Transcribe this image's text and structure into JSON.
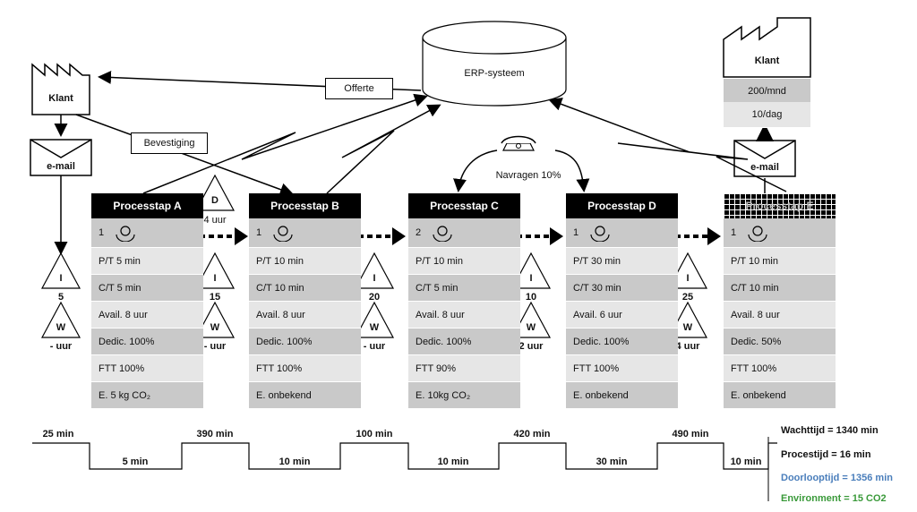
{
  "erp": {
    "label": "ERP-systeem"
  },
  "offerte": "Offerte",
  "bevestiging": "Bevestiging",
  "navragen": "Navragen 10%",
  "supplier": {
    "label": "Klant",
    "email": "e-mail"
  },
  "customer": {
    "label": "Klant",
    "demand": [
      "200/mnd",
      "10/dag"
    ],
    "email": "e-mail"
  },
  "inventory_letter": "I",
  "wait_letter": "W",
  "d_triangle": {
    "letter": "D",
    "label": "4 uur"
  },
  "inventories": [
    {
      "count": "5",
      "wait": "- uur"
    },
    {
      "count": "15",
      "wait": "- uur"
    },
    {
      "count": "20",
      "wait": "- uur"
    },
    {
      "count": "10",
      "wait": "2 uur"
    },
    {
      "count": "25",
      "wait": "4 uur"
    }
  ],
  "processes": [
    {
      "title": "Processtap A",
      "operators": "1",
      "rows": [
        "P/T 5 min",
        "C/T 5 min",
        "Avail. 8 uur",
        "Dedic. 100%",
        "FTT 100%",
        "E. 5 kg CO₂"
      ]
    },
    {
      "title": "Processtap B",
      "operators": "1",
      "rows": [
        "P/T 10 min",
        "C/T 10 min",
        "Avail. 8 uur",
        "Dedic. 100%",
        "FTT 100%",
        "E. onbekend"
      ]
    },
    {
      "title": "Processtap C",
      "operators": "2",
      "rows": [
        "P/T 10 min",
        "C/T 5 min",
        "Avail. 8 uur",
        "Dedic. 100%",
        "FTT 90%",
        "E. 10kg CO₂"
      ]
    },
    {
      "title": "Processtap D",
      "operators": "1",
      "rows": [
        "P/T 30 min",
        "C/T 30 min",
        "Avail. 6 uur",
        "Dedic. 100%",
        "FTT 100%",
        "E. onbekend"
      ]
    },
    {
      "title": "Processtap E",
      "operators": "1",
      "rows": [
        "P/T 10 min",
        "C/T 10 min",
        "Avail. 8 uur",
        "Dedic. 50%",
        "FTT 100%",
        "E. onbekend"
      ]
    }
  ],
  "timeline": {
    "waits": [
      "25 min",
      "390 min",
      "100 min",
      "420 min",
      "490 min"
    ],
    "process_times": [
      "5 min",
      "10 min",
      "10 min",
      "30 min",
      "10 min"
    ]
  },
  "summary": {
    "wachttijd": "Wachttijd = 1340 min",
    "procestijd": "Procestijd = 16 min",
    "doorlooptijd": "Doorlooptijd  = 1356 min",
    "environment": "Environment  = 15 CO2"
  },
  "colors": {
    "doorlooptijd": "#4a7ebb",
    "environment": "#3a9a3a"
  }
}
